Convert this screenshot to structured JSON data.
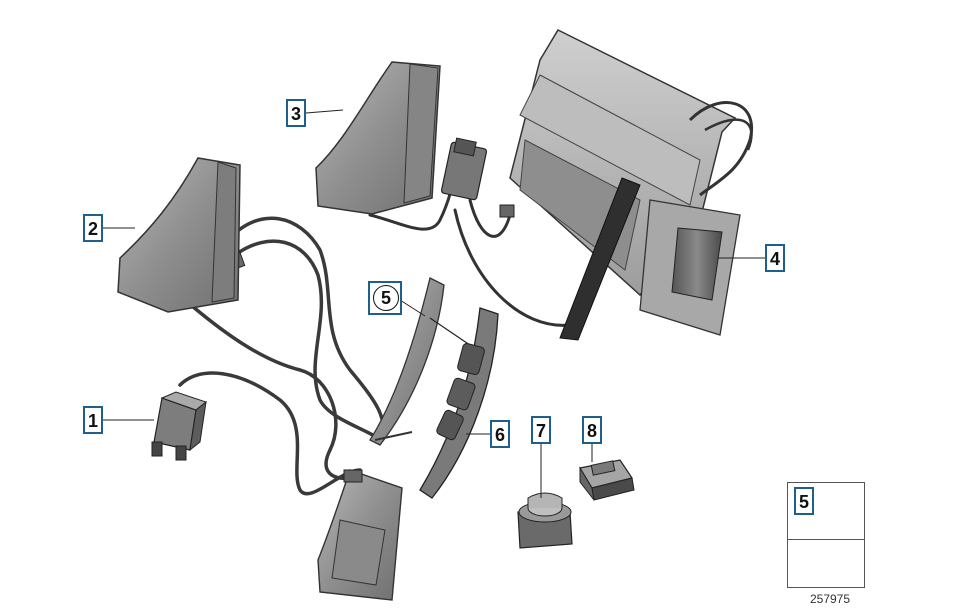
{
  "callouts": {
    "part_1": "1",
    "part_2": "2",
    "part_3": "3",
    "part_4": "4",
    "part_5": "5",
    "part_6": "6",
    "part_7": "7",
    "part_8": "8"
  },
  "legend": {
    "part_number": "5"
  },
  "catalog_number": "257975"
}
